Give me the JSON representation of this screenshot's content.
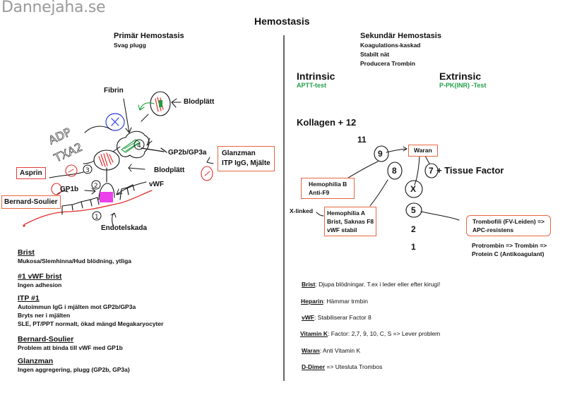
{
  "watermark": "Dannejaha.se",
  "title": "Hemostasis",
  "primary": {
    "heading": "Primär Hemostasis",
    "subtitle": "Svag plugg",
    "diagram_labels": {
      "fibrin": "Fibrin",
      "blodplatt_top": "Blodplätt",
      "adp": "ADP",
      "txa2": "TXA2",
      "gp2b_gp3a": "GP2b/GP3a",
      "blodplatt_mid": "Blodplätt",
      "vwf": "vWF",
      "gp1b": "GP1b",
      "endotelskada": "Endotelskada",
      "step_1": "1",
      "step_2": "2",
      "step_3": "3",
      "step_4": "4"
    },
    "boxes": {
      "asprin": "Asprin",
      "bernard_soulier": "Bernard-Soulier",
      "glanzman_line1": "Glanzman",
      "glanzman_line2": "ITP IgG, Mjälte"
    },
    "notes": [
      {
        "heading": "Brist",
        "lines": [
          "Mukosa/Slemhinna/Hud blödning, ytliga"
        ]
      },
      {
        "heading": "#1 vWF brist",
        "lines": [
          "Ingen adhesion"
        ]
      },
      {
        "heading": "ITP #1",
        "lines": [
          "Autoimmun IgG i mjälten mot GP2b/GP3a",
          "Bryts ner i mjälten",
          "SLE, PT/PPT normalt, ökad mängd Megakaryocyter"
        ]
      },
      {
        "heading": "Bernard-Soulier",
        "lines": [
          "Problem att binda till vWF med GP1b"
        ]
      },
      {
        "heading": "Glanzman",
        "lines": [
          "Ingen aggregering, plugg (GP2b, GP3a)"
        ]
      }
    ]
  },
  "secondary": {
    "heading": "Sekundär Hemostasis",
    "lines": [
      "Koagulations-kaskad",
      "Stabilt nät",
      "Producera Trombin"
    ],
    "intrinsic": {
      "label": "Intrinsic",
      "test": "APTT-test"
    },
    "extrinsic": {
      "label": "Extrinsic",
      "test": "P-PK(INR) -Test"
    },
    "kollagen": "Kollagen + 12",
    "factors": {
      "f11": "11",
      "f9": "9",
      "f8": "8",
      "f7": "7",
      "tissue_factor": "+ Tissue Factor",
      "fX": "X",
      "f5": "5",
      "f2": "2",
      "f1": "1"
    },
    "boxes": {
      "waran": "Waran",
      "hemophilia_b_line1": "Hemophilia B",
      "hemophilia_b_line2": "Anti-F9",
      "x_linked": "X-linked",
      "hemophilia_a_line1": "Hemophilia A",
      "hemophilia_a_line2": "Brist, Saknas F8",
      "hemophilia_a_line3": "vWF stabil",
      "trombofili_line1": "Trombofili (FV-Leiden) =>",
      "trombofili_line2": "APC-resistens",
      "protrombin_line1": "Protrombin => Trombin =>",
      "protrombin_line2": "Protein C (Antikoagulant)"
    },
    "notes": [
      {
        "term": "Brist",
        "text": ": Djupa blödningar. T.ex i leder eller efter kirugi!"
      },
      {
        "term": "Heparin",
        "text": ": Hämmar trmbin"
      },
      {
        "term": "vWF",
        "text": ": Stabiliserar Factor 8"
      },
      {
        "term": "Vitamin K",
        "text": ": Factor: 2,7, 9, 10, C, S => Lever problem"
      },
      {
        "term": "Waran",
        "text": ": Anti Vitamin K"
      },
      {
        "term": "D-Dimer",
        "text": " => Utesluta Trombos"
      }
    ]
  },
  "colors": {
    "box_orange": "#e7663f",
    "box_red": "#e43a3a",
    "green_text": "#22a04a",
    "divider": "#666666",
    "watermark": "#9a9a9a",
    "marker_green": "#1f9d3e",
    "marker_red": "#e52b2b",
    "marker_blue": "#2a3de0",
    "marker_magenta": "#e620e6"
  }
}
